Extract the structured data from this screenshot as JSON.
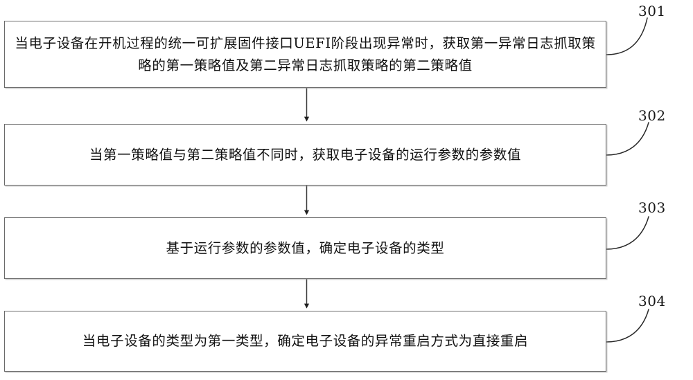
{
  "document": {
    "type": "patent-flowchart",
    "figure_language": "zh-CN",
    "background_color": "#ffffff",
    "line_color": "#4a4a4a",
    "box_border_color": "#6a6a6a",
    "text_color": "#111111"
  },
  "flowchart": {
    "steps": [
      {
        "id": "301",
        "label": "301",
        "text": "当电子设备在开机过程的统一可扩展固件接口UEFI阶段出现异常时，获取第一异常日志抓取策略的第一策略值及第二异常日志抓取策略的第二策略值"
      },
      {
        "id": "302",
        "label": "302",
        "text": "当第一策略值与第二策略值不同时，获取电子设备的运行参数的参数值"
      },
      {
        "id": "303",
        "label": "303",
        "text": "基于运行参数的参数值，确定电子设备的类型"
      },
      {
        "id": "304",
        "label": "304",
        "text": "当电子设备的类型为第一类型，确定电子设备的异常重启方式为直接重启"
      }
    ],
    "connectors": [
      {
        "from": "301",
        "to": "302",
        "style": "solid-arrow-down"
      },
      {
        "from": "302",
        "to": "303",
        "style": "solid-arrow-down"
      },
      {
        "from": "303",
        "to": "304",
        "style": "solid-arrow-down"
      }
    ],
    "leader_lines": [
      {
        "for": "301",
        "style": "curved"
      },
      {
        "for": "302",
        "style": "curved"
      },
      {
        "for": "303",
        "style": "curved"
      },
      {
        "for": "304",
        "style": "curved"
      }
    ]
  }
}
